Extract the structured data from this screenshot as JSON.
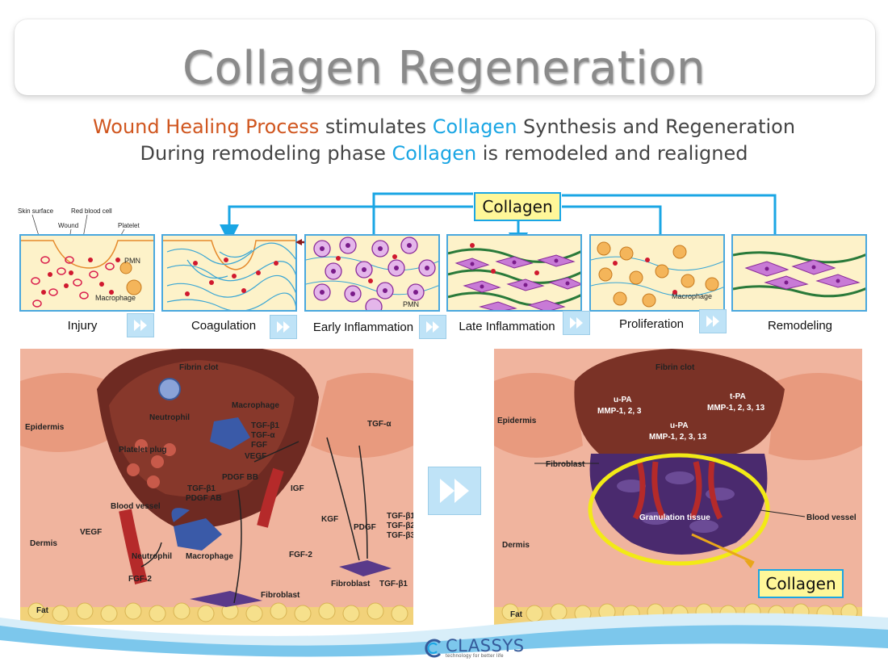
{
  "title": "Collagen Regeneration",
  "subtitle": {
    "line1_a": "Wound Healing Process",
    "line1_b": " stimulates ",
    "line1_c": "Collagen",
    "line1_d": " Synthesis and Regeneration",
    "line2_a": "During remodeling phase ",
    "line2_b": "Collagen",
    "line2_c": " is remodeled and realigned"
  },
  "collagen_tag": "Collagen",
  "stages": [
    {
      "label": "Injury"
    },
    {
      "label": "Coagulation"
    },
    {
      "label": "Early Inflammation"
    },
    {
      "label": "Late Inflammation"
    },
    {
      "label": "Proliferation"
    },
    {
      "label": "Remodeling"
    }
  ],
  "injury_labels": {
    "skin_surface": "Skin surface",
    "red_blood_cell": "Red blood cell",
    "wound": "Wound",
    "platelet": "Platelet",
    "pmn": "PMN",
    "macrophage": "Macrophage"
  },
  "early_pmn": "PMN",
  "prolif_macrophage": "Macrophage",
  "left_illustration": {
    "fibrin_clot": "Fibrin clot",
    "macrophage_top": "Macrophage",
    "neutrophil_top": "Neutrophil",
    "epidermis": "Epidermis",
    "platelet_plug": "Platelet plug",
    "tgf_b1": "TGF-β1",
    "tgf_a": "TGF-α",
    "fgf": "FGF",
    "vegf_top": "VEGF",
    "pdgf_bb": "PDGF BB",
    "tgf_b1_b": "TGF-β1",
    "pdgf_ab": "PDGF AB",
    "tgf_a_right": "TGF-α",
    "igf": "IGF",
    "kgf": "KGF",
    "pdgf": "PDGF",
    "tgf_b1_r": "TGF-β1",
    "tgf_b2_r": "TGF-β2",
    "tgf_b3_r": "TGF-β3",
    "blood_vessel": "Blood vessel",
    "vegf": "VEGF",
    "dermis": "Dermis",
    "neutrophil": "Neutrophil",
    "macrophage": "Macrophage",
    "fgf2": "FGF-2",
    "fgf2_b": "FGF-2",
    "fibroblast": "Fibroblast",
    "fibroblast_b": "Fibroblast",
    "tgf_b1_c": "TGF-β1",
    "fat": "Fat"
  },
  "right_illustration": {
    "fibrin_clot": "Fibrin clot",
    "upa_1": "u-PA",
    "mmp_1": "MMP-1, 2, 3",
    "tpa": "t-PA",
    "mmp_2": "MMP-1, 2, 3, 13",
    "upa_2": "u-PA",
    "mmp_3": "MMP-1, 2, 3, 13",
    "epidermis": "Epidermis",
    "fibroblast": "Fibroblast",
    "granulation": "Granulation tissue",
    "blood_vessel": "Blood vessel",
    "dermis": "Dermis",
    "fat": "Fat"
  },
  "logo": {
    "name": "CLASSYS",
    "tagline": "technology for better life"
  },
  "colors": {
    "accent_orange": "#d0561f",
    "accent_blue": "#1aa6e4",
    "tag_yellow": "#fff799",
    "ellipse_yellow": "#f2ea16"
  }
}
